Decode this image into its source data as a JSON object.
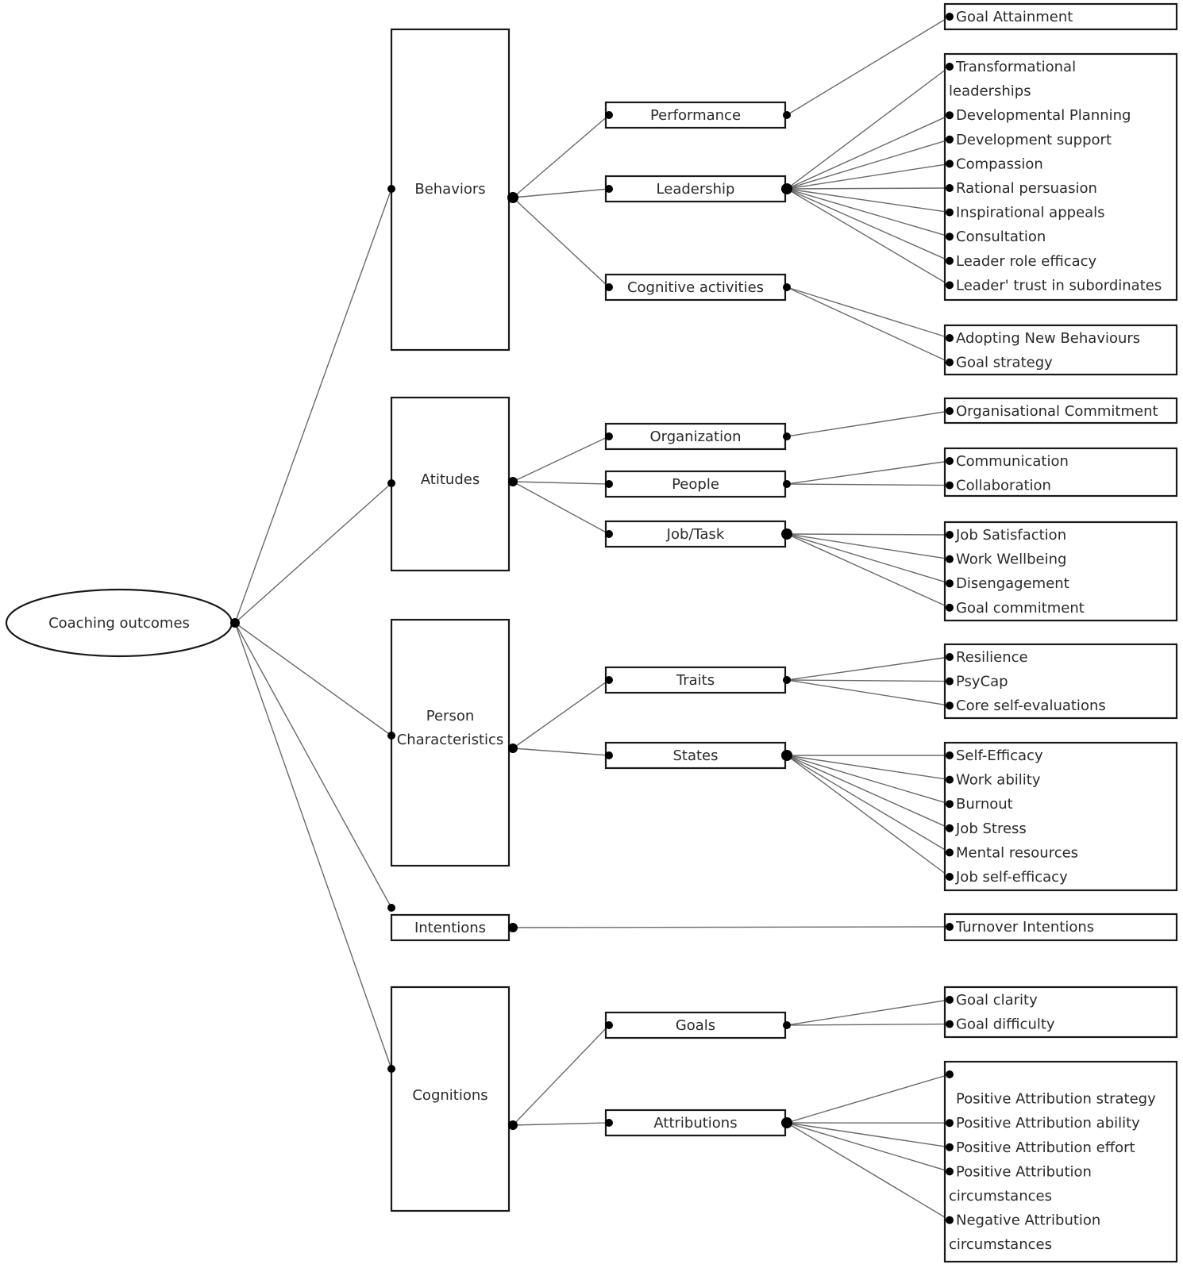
{
  "diagram": {
    "root": {
      "label": "Coaching outcomes"
    },
    "categories": [
      {
        "label_lines": [
          "Behaviors"
        ],
        "subcategories": [
          {
            "label": "Performance",
            "groups": [
              {
                "items": [
                  [
                    "Goal Attainment"
                  ]
                ]
              }
            ]
          },
          {
            "label": "Leadership",
            "groups": [
              {
                "items": [
                  [
                    "Transformational",
                    "leaderships"
                  ],
                  [
                    "Developmental Planning"
                  ],
                  [
                    "Development support"
                  ],
                  [
                    "Compassion"
                  ],
                  [
                    "Rational persuasion"
                  ],
                  [
                    " Inspirational appeals"
                  ],
                  [
                    "Consultation"
                  ],
                  [
                    "Leader role efficacy"
                  ],
                  [
                    "Leader' trust in subordinates"
                  ]
                ]
              }
            ]
          },
          {
            "label": "Cognitive activities",
            "groups": [
              {
                "items": [
                  [
                    "Adopting New Behaviours"
                  ],
                  [
                    "Goal strategy"
                  ]
                ]
              }
            ]
          }
        ]
      },
      {
        "label_lines": [
          "Atitudes"
        ],
        "subcategories": [
          {
            "label": "Organization",
            "groups": [
              {
                "items": [
                  [
                    "Organisational Commitment"
                  ]
                ]
              }
            ]
          },
          {
            "label": "People",
            "groups": [
              {
                "items": [
                  [
                    "Communication"
                  ],
                  [
                    "Collaboration"
                  ]
                ]
              }
            ]
          },
          {
            "label": "Job/Task",
            "groups": [
              {
                "items": [
                  [
                    "Job Satisfaction"
                  ],
                  [
                    "Work Wellbeing"
                  ],
                  [
                    "Disengagement"
                  ],
                  [
                    "Goal commitment"
                  ]
                ]
              }
            ]
          }
        ]
      },
      {
        "label_lines": [
          "Person",
          "Characteristics"
        ],
        "subcategories": [
          {
            "label": "Traits",
            "groups": [
              {
                "items": [
                  [
                    "Resilience"
                  ],
                  [
                    "PsyCap"
                  ],
                  [
                    "Core self-evaluations"
                  ]
                ]
              }
            ]
          },
          {
            "label": "States",
            "groups": [
              {
                "items": [
                  [
                    "Self-Efficacy"
                  ],
                  [
                    "Work ability"
                  ],
                  [
                    "Burnout"
                  ],
                  [
                    "Job Stress"
                  ],
                  [
                    "Mental resources"
                  ],
                  [
                    "Job self-efficacy"
                  ]
                ]
              }
            ]
          }
        ]
      },
      {
        "label_lines": [
          "Intentions"
        ],
        "direct_outcomes": [
          [
            "Turnover Intentions"
          ]
        ]
      },
      {
        "label_lines": [
          "Cognitions"
        ],
        "subcategories": [
          {
            "label": "Goals",
            "groups": [
              {
                "items": [
                  [
                    "Goal clarity"
                  ],
                  [
                    "Goal difficulty"
                  ]
                ]
              }
            ]
          },
          {
            "label": "Attributions",
            "groups": [
              {
                "items": [
                  [
                    "",
                    "Positive Attribution strategy"
                  ],
                  [
                    "Positive Attribution ability"
                  ],
                  [
                    " Positive Attribution effort"
                  ],
                  [
                    " Positive Attribution",
                    "circumstances"
                  ],
                  [
                    " Negative Attribution",
                    "circumstances"
                  ]
                ]
              }
            ]
          }
        ]
      }
    ]
  }
}
